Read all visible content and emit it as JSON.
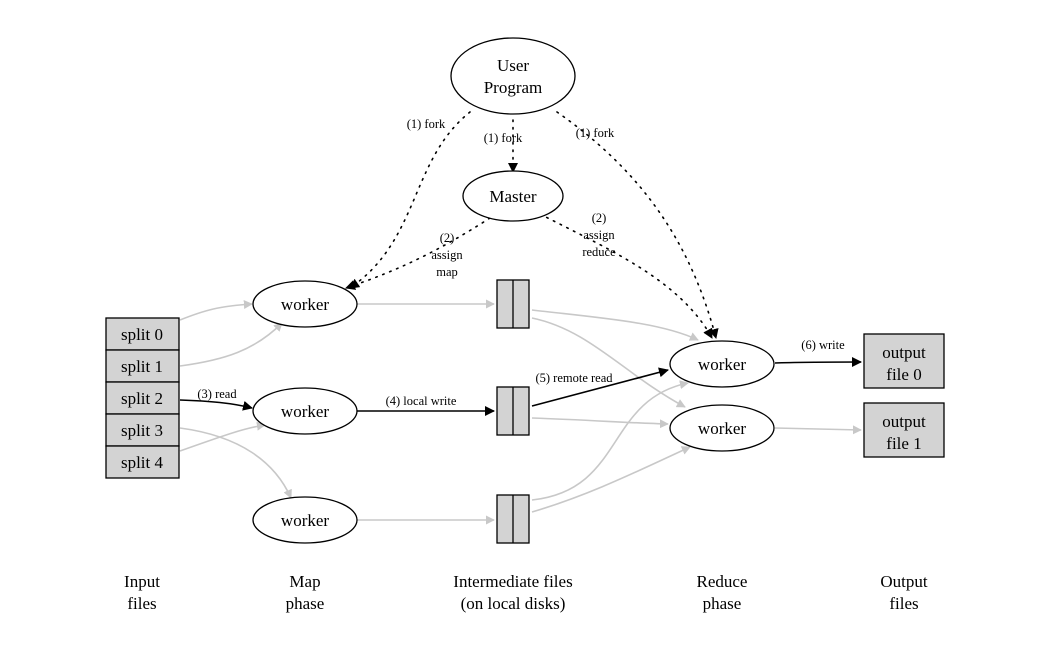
{
  "colors": {
    "box_fill": "#d3d3d3",
    "gray_arrow": "#c8c8c8",
    "black": "#000000"
  },
  "nodes": {
    "user_program": [
      "User",
      "Program"
    ],
    "master": "Master",
    "map_workers": [
      "worker",
      "worker",
      "worker"
    ],
    "reduce_workers": [
      "worker",
      "worker"
    ],
    "splits": [
      "split 0",
      "split 1",
      "split 2",
      "split 3",
      "split 4"
    ],
    "outputs": [
      [
        "output",
        "file 0"
      ],
      [
        "output",
        "file 1"
      ]
    ]
  },
  "edge_labels": {
    "fork_left": "(1) fork",
    "fork_mid": "(1) fork",
    "fork_right": "(1) fork",
    "assign_map": [
      "(2)",
      "assign",
      "map"
    ],
    "assign_reduce": [
      "(2)",
      "assign",
      "reduce"
    ],
    "read": "(3) read",
    "local_write": "(4) local write",
    "remote_read": "(5) remote read",
    "write": "(6) write"
  },
  "captions": [
    [
      "Input",
      "files"
    ],
    [
      "Map",
      "phase"
    ],
    [
      "Intermediate files",
      "(on local disks)"
    ],
    [
      "Reduce",
      "phase"
    ],
    [
      "Output",
      "files"
    ]
  ]
}
